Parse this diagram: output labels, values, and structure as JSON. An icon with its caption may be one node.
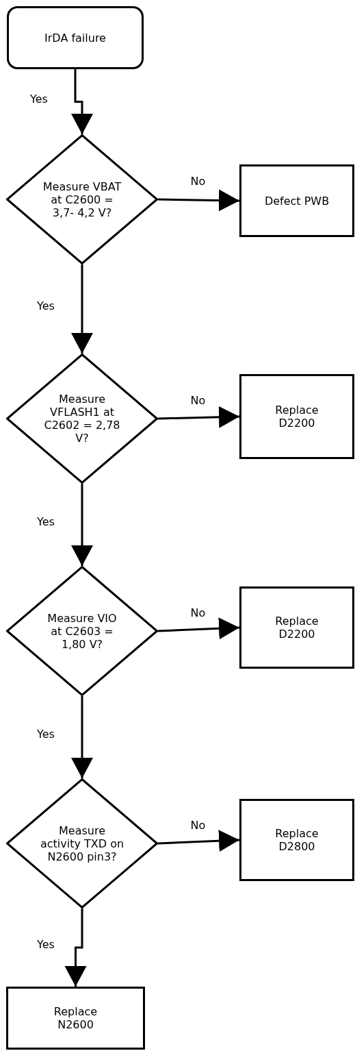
{
  "diagram": {
    "nodes": [
      {
        "text": [
          "IrDA failure"
        ]
      },
      {
        "text": [
          "Measure VBAT at C2600 = 3,7- 4,2 V?"
        ]
      },
      {
        "text": [
          "Defect PWB"
        ]
      },
      {
        "text": [
          "Measure VFLASH1 at C2602 = 2,78 V?"
        ]
      },
      {
        "text": [
          "Replace D2200"
        ]
      },
      {
        "text": [
          "Measure VIO at C2603 = 1,80 V?"
        ]
      },
      {
        "text": [
          "Replace D2200"
        ]
      },
      {
        "text": [
          "Measure activity TXD on N2600 pin3?"
        ]
      },
      {
        "text": [
          "Replace D2800"
        ]
      },
      {
        "text": [
          "Replace N2600"
        ]
      }
    ],
    "edges": [
      {
        "from": 0,
        "to": 1,
        "arrow": "to",
        "label": "Yes"
      },
      {
        "from": 1,
        "to": 2,
        "arrow": "to",
        "label": "No"
      },
      {
        "from": 1,
        "to": 3,
        "arrow": "to",
        "label": "Yes"
      },
      {
        "from": 3,
        "to": 4,
        "arrow": "to",
        "label": "No"
      },
      {
        "from": 3,
        "to": 5,
        "arrow": "to",
        "label": "Yes"
      },
      {
        "from": 5,
        "to": 6,
        "arrow": "to",
        "label": "No"
      },
      {
        "from": 5,
        "to": 7,
        "arrow": "to",
        "label": "Yes"
      },
      {
        "from": 7,
        "to": 8,
        "arrow": "to",
        "label": "No"
      },
      {
        "from": 7,
        "to": 9,
        "arrow": "to",
        "label": "Yes"
      }
    ]
  }
}
